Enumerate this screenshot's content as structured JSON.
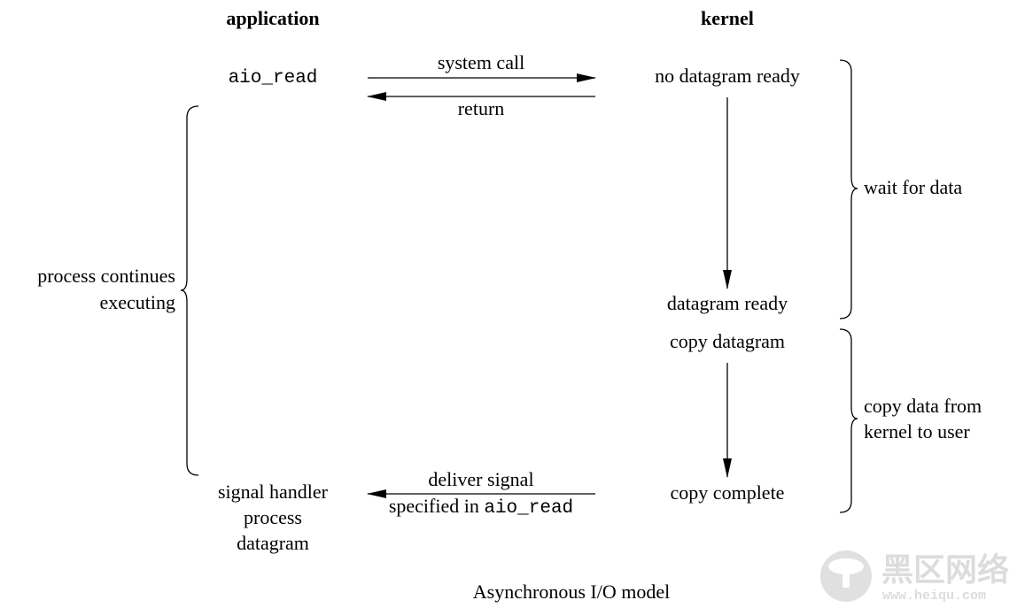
{
  "headers": {
    "application": "application",
    "kernel": "kernel"
  },
  "app": {
    "call_name": "aio_read",
    "side_label_line1": "process continues",
    "side_label_line2": "executing",
    "handler_line1": "signal handler",
    "handler_line2": "process",
    "handler_line3": "datagram"
  },
  "arrows": {
    "system_call": "system call",
    "return": "return",
    "deliver_line1": "deliver signal",
    "deliver_line2_prefix": "specified in ",
    "deliver_line2_code": "aio_read"
  },
  "kernel_states": {
    "no_datagram": "no datagram ready",
    "datagram_ready": "datagram ready",
    "copy_datagram": "copy datagram",
    "copy_complete": "copy complete"
  },
  "phases": {
    "wait": "wait for data",
    "copy_line1": "copy data from",
    "copy_line2": "kernel to user"
  },
  "caption": "Asynchronous I/O model",
  "watermark": {
    "text_cn": "黑区网络",
    "url": "www.heiqu.com"
  },
  "colors": {
    "ink": "#000000",
    "watermark": "#d9d9d9"
  }
}
